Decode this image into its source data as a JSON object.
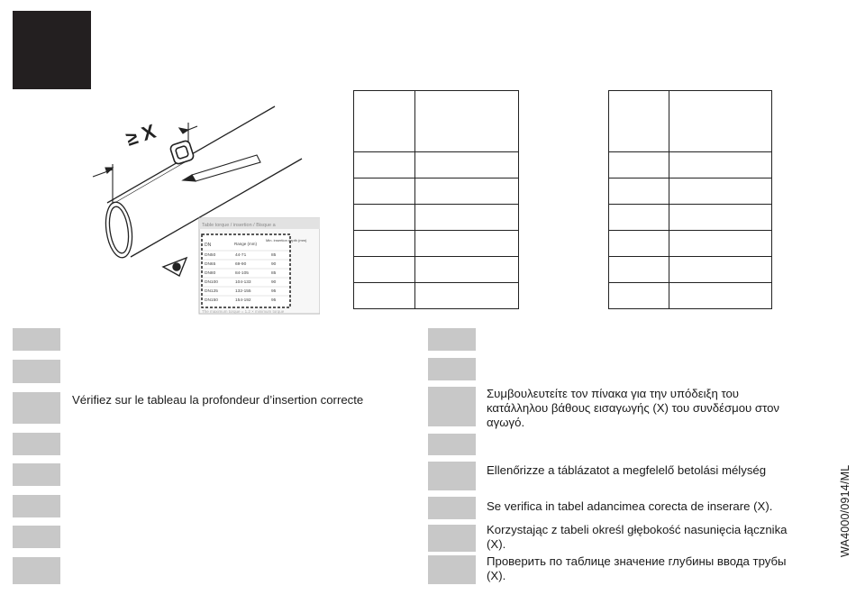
{
  "illustration": {
    "dimension_label": "≥ X",
    "table_caption": "Table torque / insertion / Bisque a",
    "columns": [
      "DN",
      "Range (mm)",
      "Min. insertion depth (mm)"
    ],
    "rows": [
      [
        "DN50",
        "44-71",
        "85"
      ],
      [
        "DN65",
        "69-90",
        "90"
      ],
      [
        "DN80",
        "84-105",
        "85"
      ],
      [
        "DN100",
        "104-133",
        "90"
      ],
      [
        "DN125",
        "132-155",
        "95"
      ],
      [
        "DN150",
        "154-192",
        "95"
      ]
    ],
    "footnote": "The maximum torque = 1.2 × minimum torque"
  },
  "left_rows": [
    "",
    "",
    "Vérifiez sur le tableau la profondeur d’insertion correcte",
    "",
    "",
    "",
    "",
    ""
  ],
  "right_rows": [
    "",
    "",
    "Συμβουλευτείτε τον πίνακα για την υπόδειξη του κατάλληλου βάθους εισαγωγής (X) του συνδέσμου στον αγωγό.",
    "",
    "Ellenőrizze a táblázatot a megfelelő betolási mélység",
    "Se verifica in tabel adancimea corecta de inserare (X).",
    "Korzystając z tabeli określ głębokość nasunięcia łącznika (X).",
    "Проверить по таблице значение глубины ввода трубы (X)."
  ],
  "document_code": "WA4000/0914/ML"
}
